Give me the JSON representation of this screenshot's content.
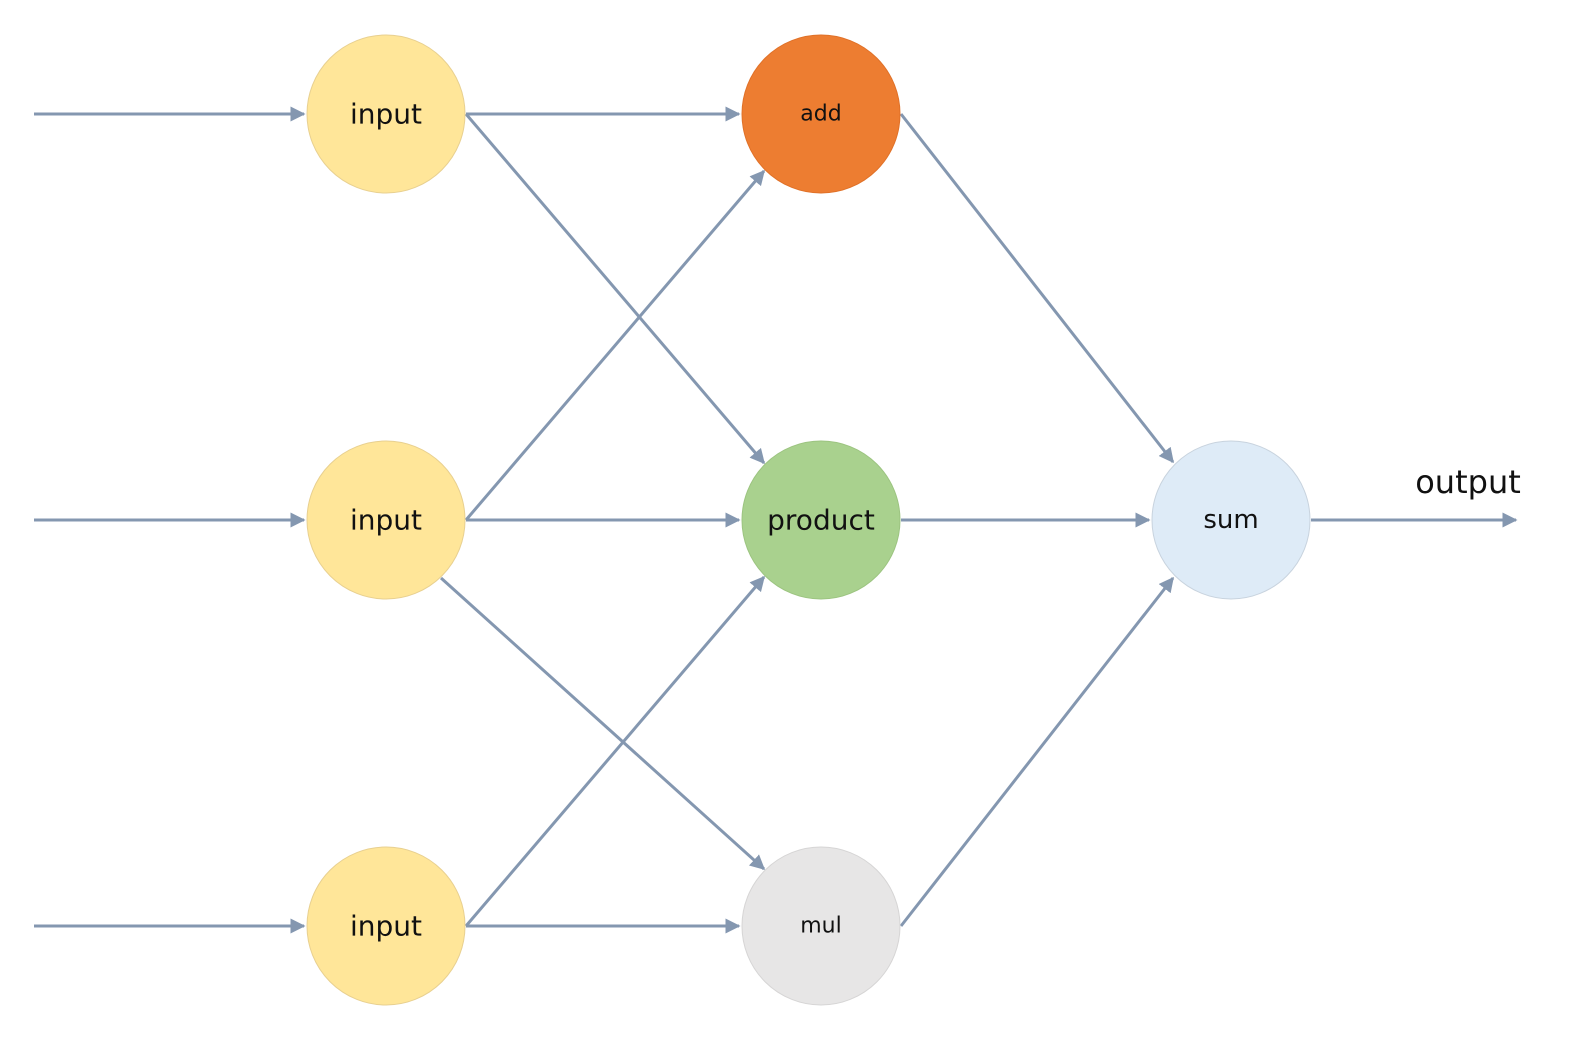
{
  "colors": {
    "input": "#FFE699",
    "input_stroke": "#E8D090",
    "add": "#ED7D31",
    "add_stroke": "#E07128",
    "product": "#A9D18E",
    "product_stroke": "#9CC480",
    "mul": "#E7E6E6",
    "mul_stroke": "#D6D5D5",
    "sum": "#DEEBF7",
    "sum_stroke": "#C8D3DE",
    "edge": "#8497B0"
  },
  "nodes": {
    "input_top": "input",
    "input_middle": "input",
    "input_bottom": "input",
    "add": "add",
    "product": "product",
    "mul": "mul",
    "sum": "sum"
  },
  "output_label": "output"
}
